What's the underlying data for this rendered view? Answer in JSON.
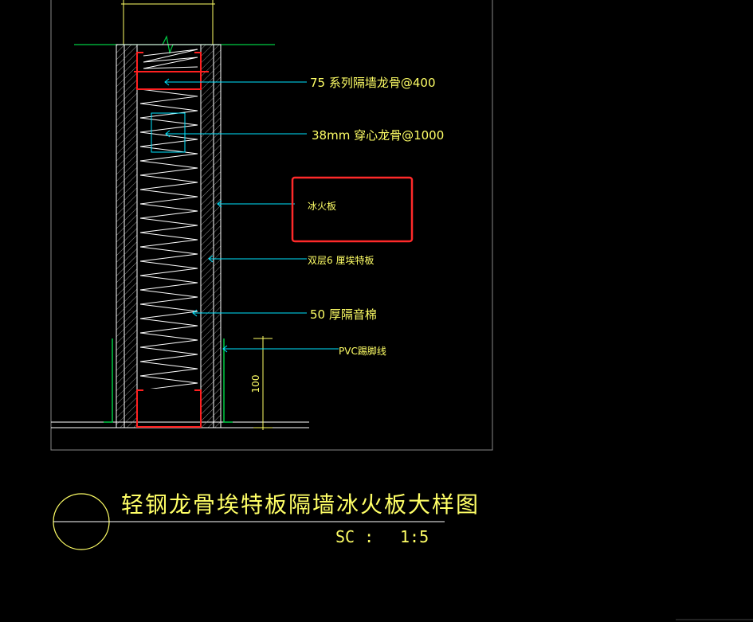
{
  "labels": {
    "stud": "75 系列隔墙龙骨@400",
    "channel": "38mm 穿心龙骨@1000",
    "fireboard": "冰火板",
    "eterboard": "双层6 厘埃特板",
    "insulation": "50 厚隔音棉",
    "skirting": "PVC踢脚线",
    "dimension": "100"
  },
  "title": {
    "main": "轻钢龙骨埃特板隔墙冰火板大样图",
    "scale_prefix": "SC :",
    "scale_value": "1:5"
  },
  "colors": {
    "background": "#000000",
    "wall_line": "#ffffff",
    "leader": "#00e5ff",
    "label": "#ffff66",
    "stud": "#ff2020",
    "skirting": "#00cc44",
    "highlight_box": "#ff2a2a",
    "frame": "#888888"
  }
}
